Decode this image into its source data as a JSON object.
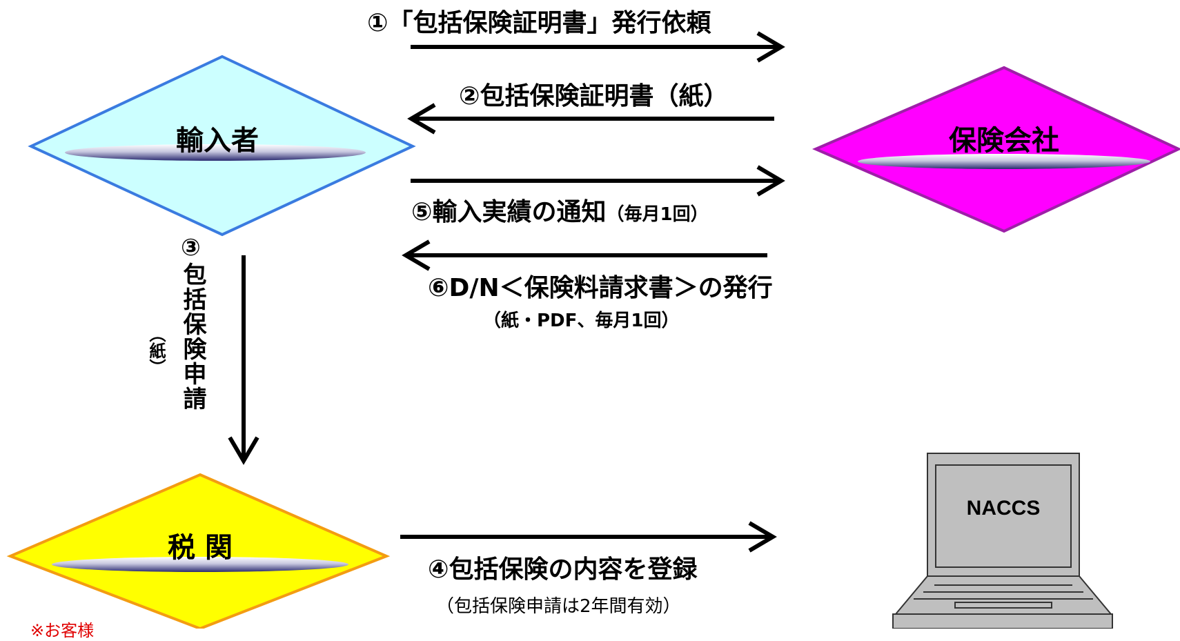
{
  "nodes": {
    "importer": "輸入者",
    "insurer": "保険会社",
    "customs": "税 関"
  },
  "arrows": {
    "step1": "①「包括保険証明書」発行依頼",
    "step2": "②包括保険証明書（紙）",
    "step5_main": "⑤輸入実績の通知",
    "step5_sub": "（毎月1回）",
    "step6_main": "⑥D/N＜保険料請求書＞の発行",
    "step6_sub": "（紙・PDF、毎月1回）",
    "step3_num": "③",
    "step3_text": "包括保険申請",
    "step3_paren": "（紙）",
    "step4_main": "④包括保険の内容を登録",
    "step4_sub": "（包括保険申請は2年間有効）"
  },
  "computer": {
    "screen_text": "NACCS"
  },
  "note": {
    "partial": "※お客様"
  },
  "colors": {
    "importer_fill": "#ccffff",
    "importer_stroke": "#3a7be0",
    "insurer_fill": "#ff00ff",
    "insurer_stroke": "#9e1fa8",
    "customs_fill": "#ffff00",
    "customs_stroke": "#f39c12",
    "computer_body": "#bfbfbf",
    "note_color": "#e00000"
  }
}
